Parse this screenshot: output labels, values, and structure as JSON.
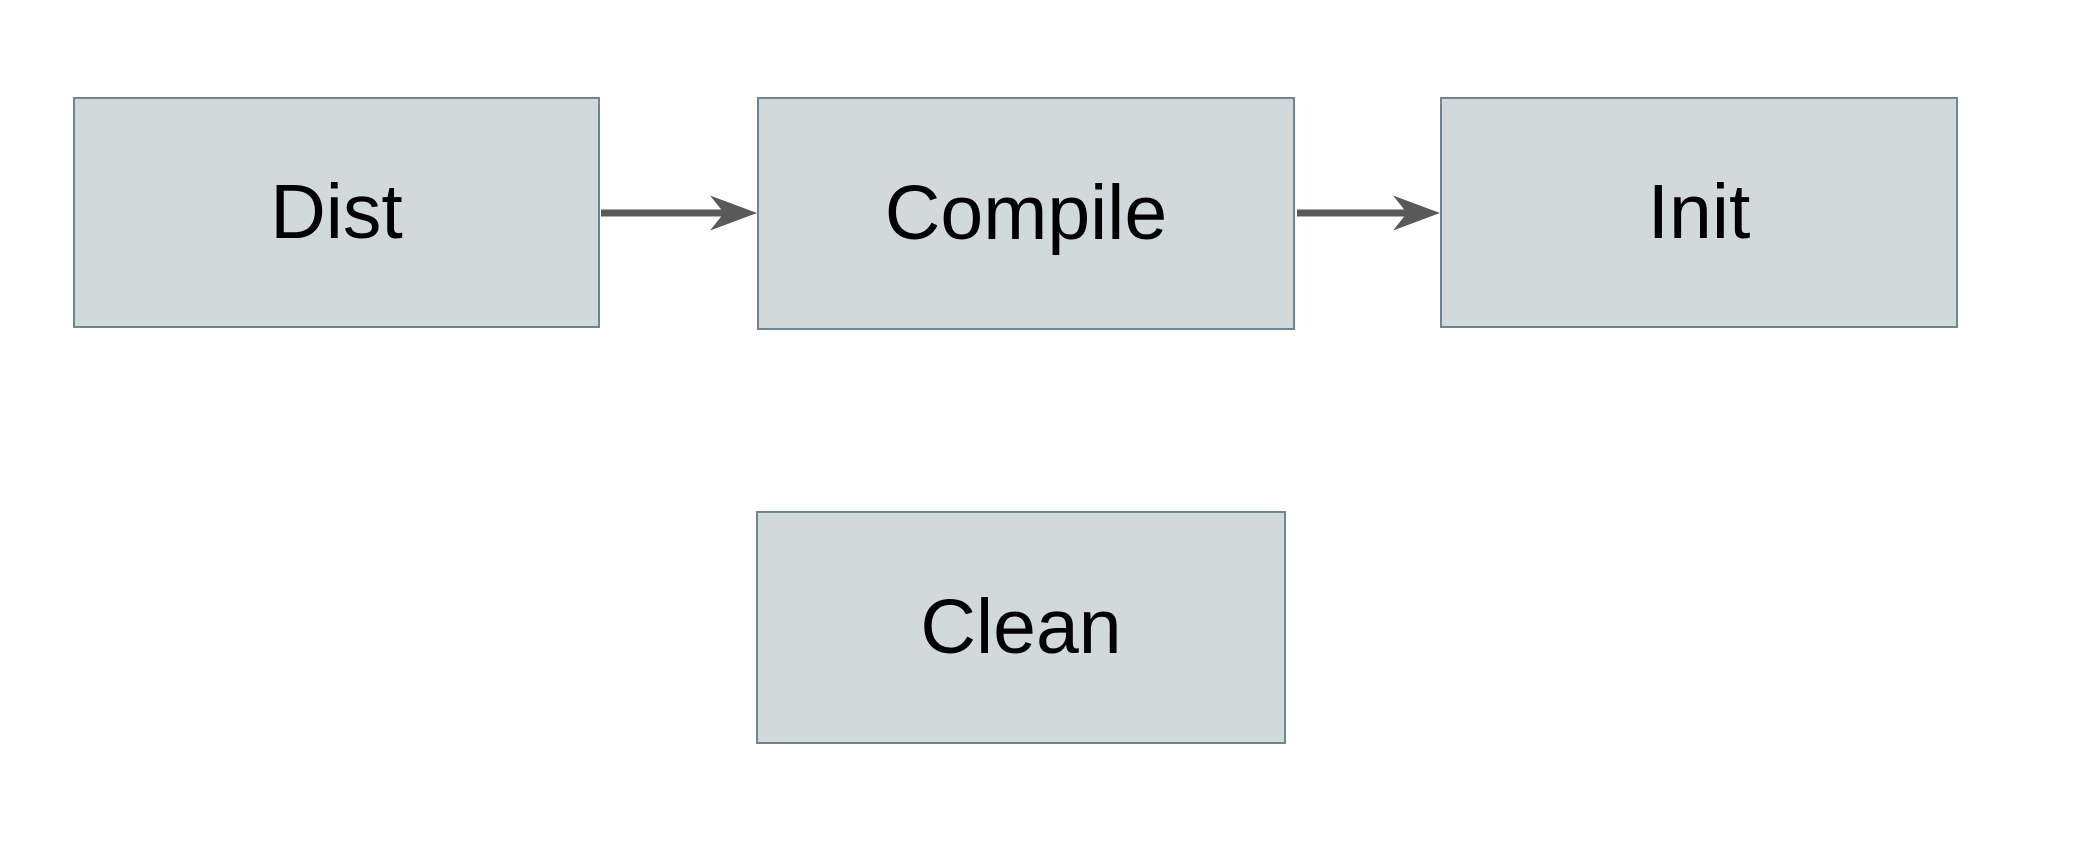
{
  "diagram": {
    "nodes": [
      {
        "id": "dist",
        "label": "Dist"
      },
      {
        "id": "compile",
        "label": "Compile"
      },
      {
        "id": "init",
        "label": "Init"
      },
      {
        "id": "clean",
        "label": "Clean"
      }
    ],
    "edges": [
      {
        "id": "dist-to-compile",
        "from": "Dist",
        "to": "Compile",
        "direction": "right"
      },
      {
        "id": "compile-to-init",
        "from": "Compile",
        "to": "Init",
        "direction": "right"
      }
    ],
    "colors": {
      "background": "#ffffff",
      "node_fill": "#d2d9db",
      "node_border": "#6f8591",
      "arrow": "#595959",
      "text": "#000000"
    }
  }
}
